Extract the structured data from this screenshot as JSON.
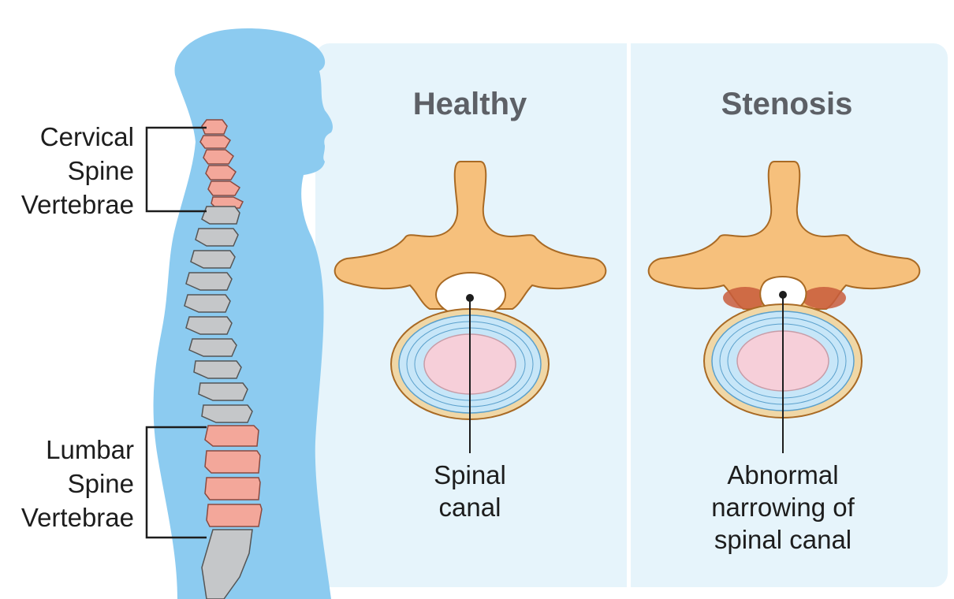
{
  "labels": {
    "cervical": [
      "Cervical",
      "Spine",
      "Vertebrae"
    ],
    "lumbar": [
      "Lumbar",
      "Spine",
      "Vertebrae"
    ]
  },
  "panels": [
    {
      "title": "Healthy",
      "callout": [
        "Spinal",
        "canal"
      ]
    },
    {
      "title": "Stenosis",
      "callout": [
        "Abnormal",
        "narrowing of",
        "spinal canal"
      ]
    }
  ],
  "colors": {
    "body_silhouette": "#8ccbf0",
    "panel_bg": "#e6f4fb",
    "bone": "#f6c07c",
    "bone_dark": "#e8983f",
    "disc_outer": "#f0d7a6",
    "disc_blue": "#c7e6f8",
    "nucleus": "#f6cfd9",
    "cervical_lumbar": "#f3a79a",
    "thoracic": "#c5c7c9",
    "stenosis_red": "#c85c3c"
  }
}
